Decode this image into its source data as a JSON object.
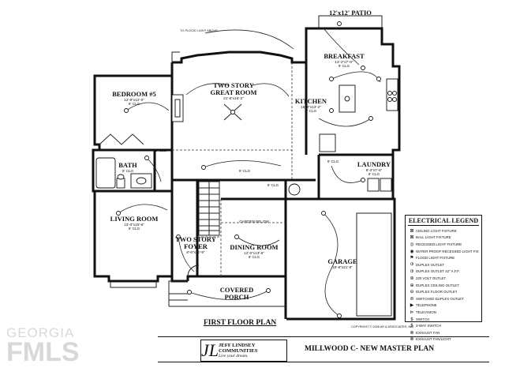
{
  "plan_title": "FIRST FLOOR PLAN",
  "master_plan": "MILLWOOD C- NEW MASTER PLAN",
  "copyright": "COPYRIGHT © 2006 AR & ASSOCIATES, INC.",
  "builder": {
    "line1": "JEFF LINDSEY",
    "line2": "COMMUNITIES",
    "tagline": "Live your dream."
  },
  "watermark": {
    "top": "GEORGIA",
    "bottom": "FMLS"
  },
  "rooms": {
    "patio": {
      "name": "12'x12' PATIO"
    },
    "breakfast": {
      "name": "BREAKFAST",
      "dims": "13'-2\"x7'-0\"",
      "ceiling": "9' CLG"
    },
    "great_room": {
      "name1": "TWO STORY",
      "name2": "GREAT ROOM",
      "dims": "21'-8\"x16'-2\""
    },
    "bedroom": {
      "name": "BEDROOM #5",
      "dims": "12'-8\"x12'-0\"",
      "ceiling": "9' CLG"
    },
    "kitchen": {
      "name": "KITCHEN",
      "dims": "16'-3\"x13'-2\"",
      "ceiling": "9' CLG"
    },
    "bath": {
      "name": "BATH",
      "ceiling": "9' CLG"
    },
    "laundry": {
      "name": "LAUNDRY",
      "dims": "8'-3\"x7'-6\"",
      "ceiling": "9' CLG"
    },
    "living_room": {
      "name": "LIVING ROOM",
      "dims": "13'-0\"x15'-6\"",
      "ceiling": "9' CLG"
    },
    "foyer": {
      "name1": "TWO STORY",
      "name2": "FOYER",
      "dims": "8'-6\"x15'-9\""
    },
    "dining_room": {
      "name": "DINING ROOM",
      "dims": "12'-0\"x13'-6\"",
      "ceiling": "9' CLG"
    },
    "porch": {
      "name1": "COVERED",
      "name2": "PORCH"
    },
    "garage": {
      "name": "GARAGE",
      "dims": "19'-8\"x21'-9\""
    }
  },
  "notes": {
    "flood_light": "TO FLOOD LIGHT ABOVE",
    "hall_clg": "9' CLG",
    "clg_a": "9' CLG",
    "clg_b": "9' CLG",
    "clg_c": "9' CLG",
    "garden": "GARDEN BELOW"
  },
  "legend": {
    "title": "ELECTRICAL LEGEND",
    "items": [
      {
        "symbol": "⊠",
        "label": "CEILING LIGHT FIXTURE",
        "icon": "ceiling-light-icon"
      },
      {
        "symbol": "⊠",
        "label": "BALL LIGHT FIXTURE",
        "icon": "ball-light-icon"
      },
      {
        "symbol": "◎",
        "label": "RECESSED LIGHT FIXTURE",
        "icon": "recessed-light-icon"
      },
      {
        "symbol": "◉",
        "label": "WATER PROOF RECESSED LIGHT FIXTURE",
        "icon": "waterproof-light-icon"
      },
      {
        "symbol": "⚑",
        "label": "FLOOD LIGHT FIXTURE",
        "icon": "flood-light-icon"
      },
      {
        "symbol": "⦶",
        "label": "DUPLEX OUTLET",
        "icon": "duplex-outlet-icon"
      },
      {
        "symbol": "⦶",
        "label": "DUPLEX OUTLET 42\" A.F.F.",
        "icon": "duplex-outlet-42-icon"
      },
      {
        "symbol": "⊛",
        "label": "220 VOLT OUTLET",
        "icon": "volt-outlet-icon"
      },
      {
        "symbol": "⊕",
        "label": "DUPLEX CEILING OUTLET",
        "icon": "ceiling-outlet-icon"
      },
      {
        "symbol": "⊖",
        "label": "DUPLEX FLOOR OUTLET",
        "icon": "floor-outlet-icon"
      },
      {
        "symbol": "⊜",
        "label": "SWITCHED DUPLEX OUTLET",
        "icon": "switched-outlet-icon"
      },
      {
        "symbol": "▶",
        "label": "TELEPHONE",
        "icon": "telephone-icon"
      },
      {
        "symbol": "⊳",
        "label": "TELEVISION",
        "icon": "television-icon"
      },
      {
        "symbol": "$",
        "label": "SWITCH",
        "icon": "switch-icon"
      },
      {
        "symbol": "$",
        "label": "3-WAY SWITCH",
        "icon": "three-way-switch-icon"
      },
      {
        "symbol": "⊗",
        "label": "EXHAUST FAN",
        "icon": "exhaust-fan-icon"
      },
      {
        "symbol": "⊗",
        "label": "EXHAUST FAN/LIGHT",
        "icon": "exhaust-fan-light-icon"
      }
    ]
  }
}
